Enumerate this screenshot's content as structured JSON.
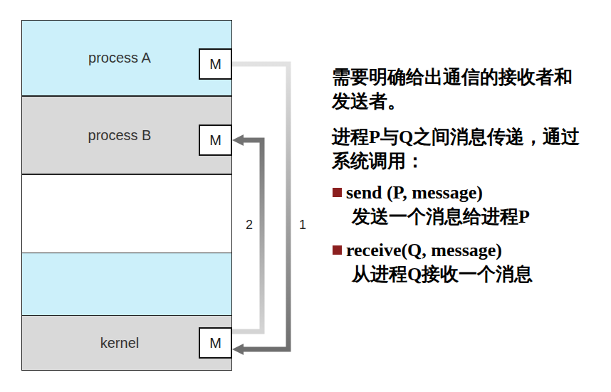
{
  "diagram": {
    "nodes": [
      {
        "text": [
          "process A"
        ]
      },
      {
        "text": [
          "M"
        ],
        "in": 0
      },
      {
        "text": [
          "process B"
        ]
      },
      {
        "text": [
          "M"
        ],
        "in": 2
      },
      {
        "text": [
          "kernel"
        ]
      },
      {
        "text": [
          "M"
        ],
        "in": 4
      }
    ],
    "edges": [
      {
        "from": 1,
        "to": 5,
        "arrow": "to",
        "label": "1"
      },
      {
        "from": 5,
        "to": 3,
        "arrow": "to",
        "label": "2"
      }
    ],
    "labels": [
      "需要明确给出通信的接收者和发送者。",
      "进程P与Q之间消息传递，通过系统调用：",
      "send (P, message)",
      "发送一个消息给进程P",
      "receive(Q, message)",
      "从进程Q接收一个消息"
    ]
  }
}
